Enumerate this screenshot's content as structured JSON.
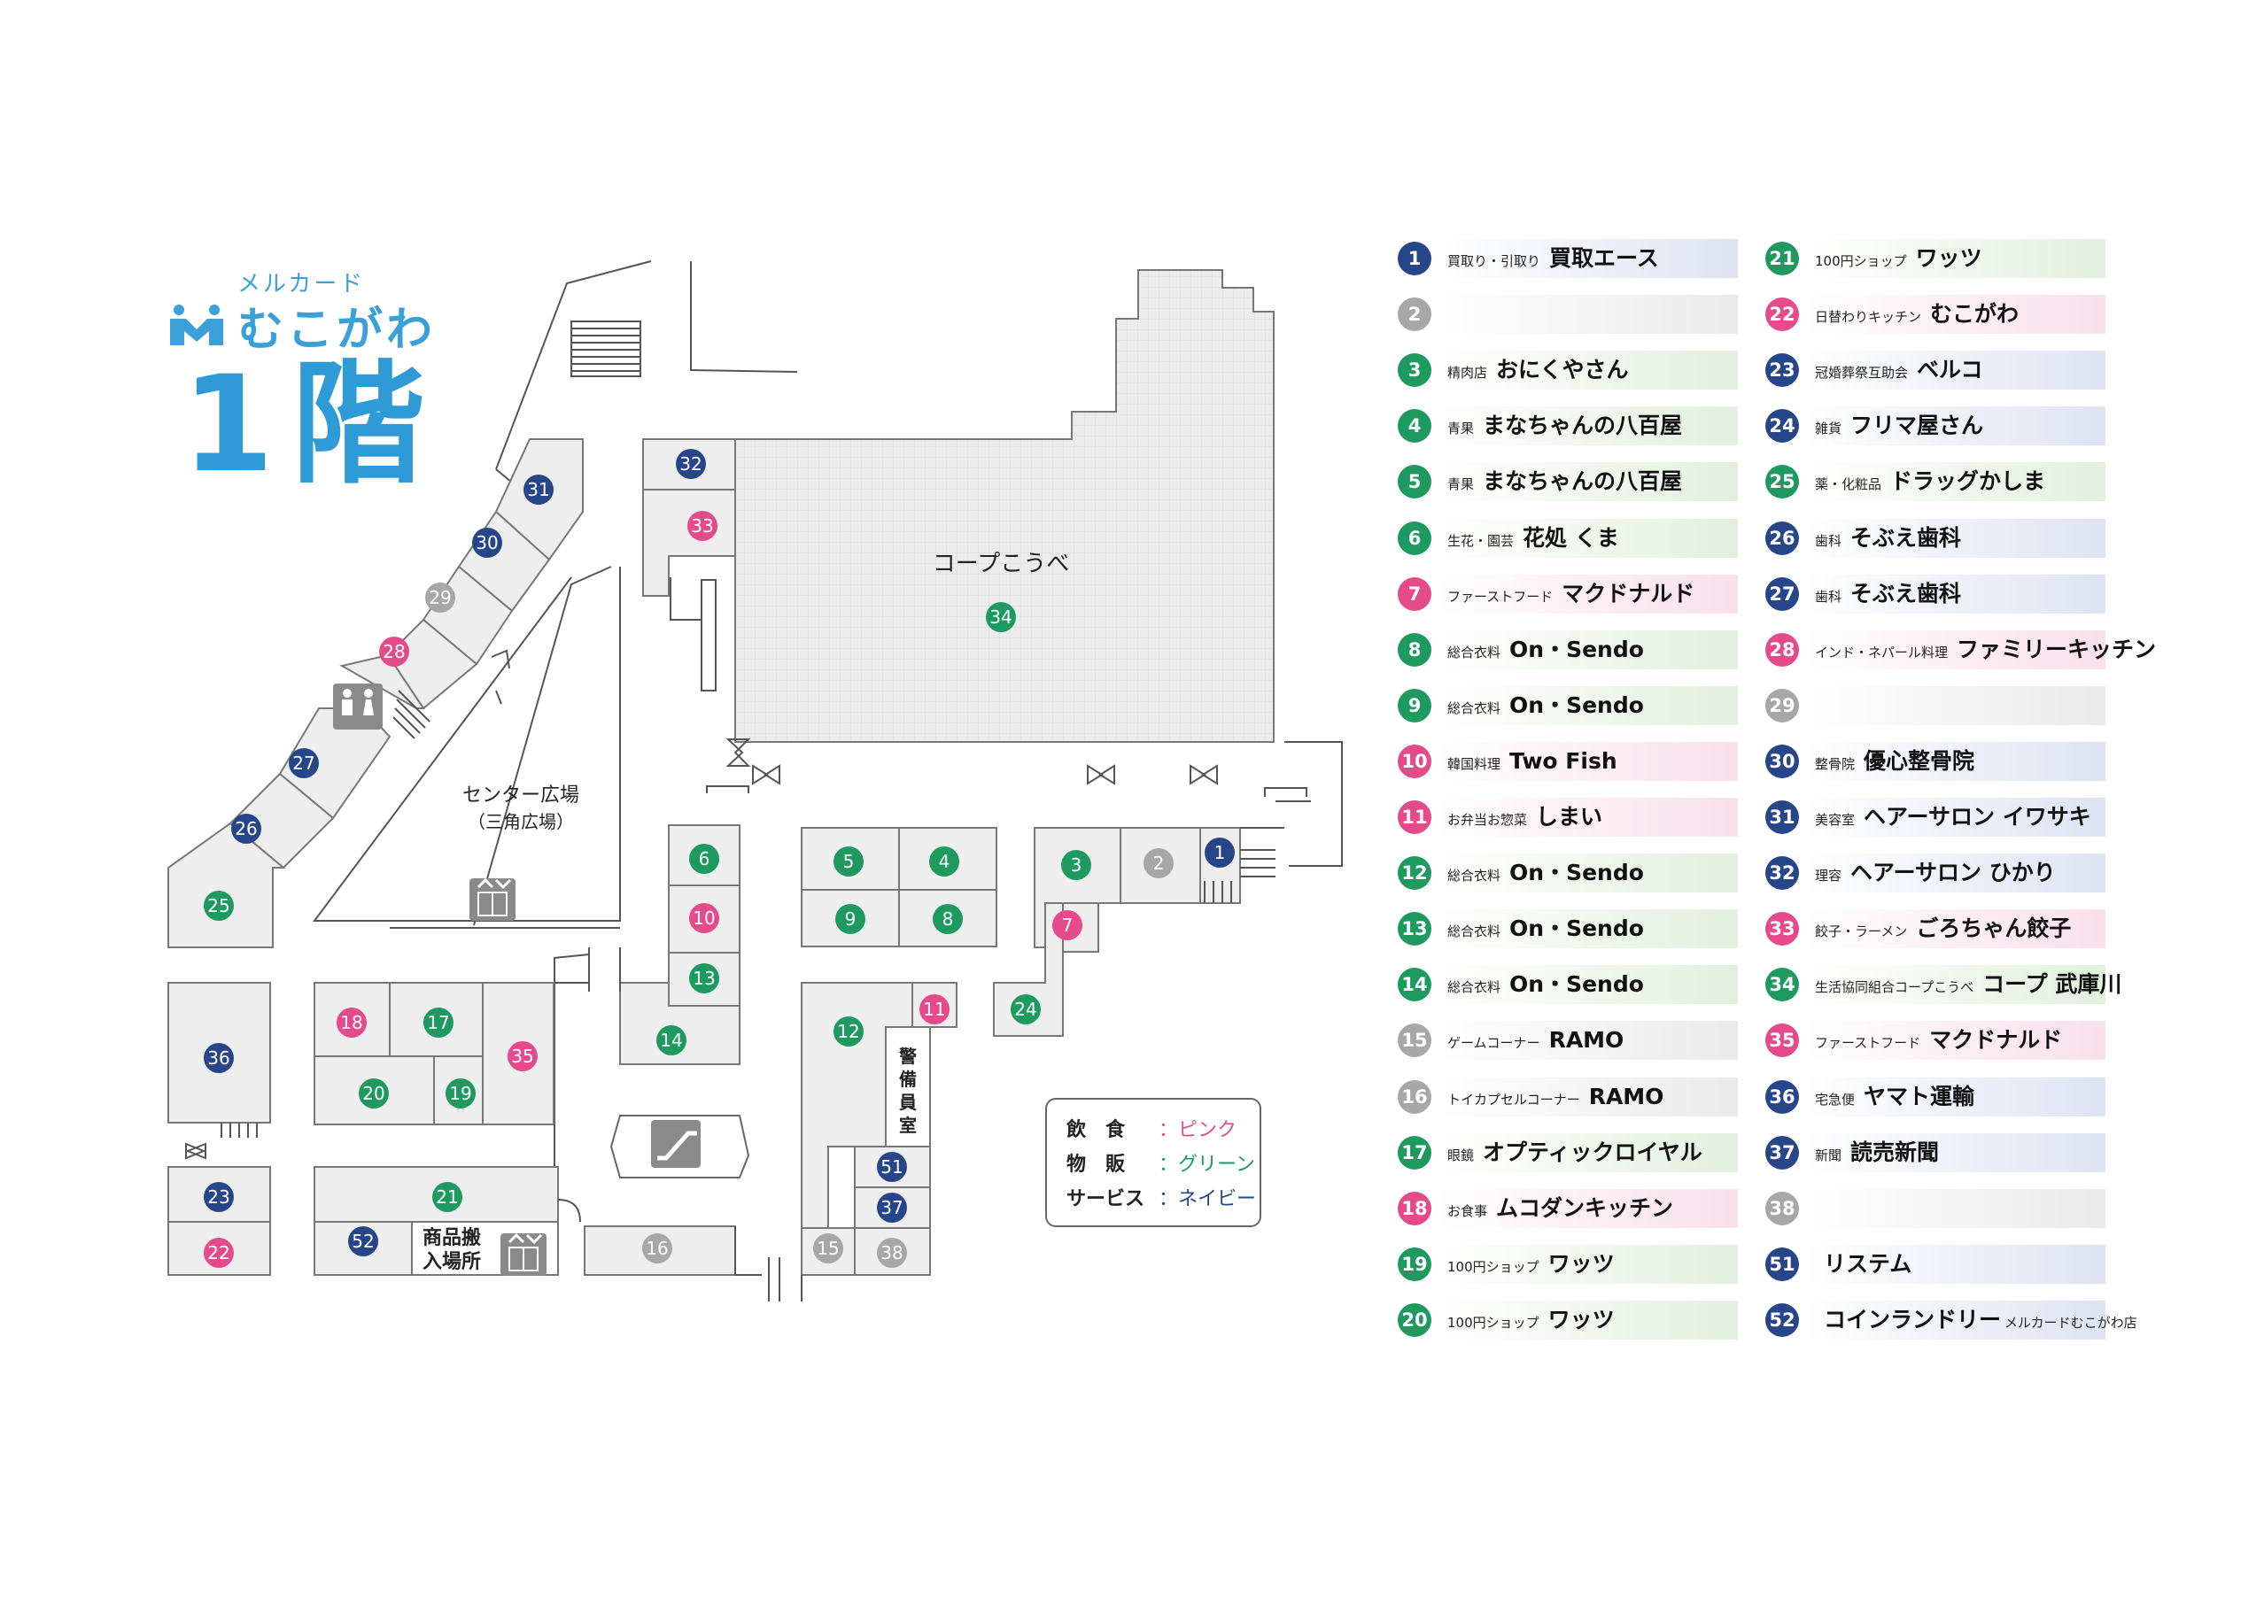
{
  "header": {
    "brand_small": "メルカード",
    "brand_name": "むこがわ",
    "floor_title": "1階"
  },
  "colors": {
    "pink": "#e54a8a",
    "green": "#1e9a60",
    "navy": "#27468a",
    "gray": "#a7a7a7",
    "brand_blue": "#3aa0d8"
  },
  "map_labels": {
    "coop": "コープこうべ",
    "center_plaza": "センター広場",
    "center_plaza_sub": "（三角広場）",
    "security_room": "警備員室",
    "loading_line1": "商品搬",
    "loading_line2": "入場所"
  },
  "map_icons": {
    "toilet": "restroom-icon",
    "elevator": "elevator-icon",
    "escalator": "escalator-icon"
  },
  "map_markers": [
    {
      "num": "1",
      "type": "navy"
    },
    {
      "num": "2",
      "type": "gray"
    },
    {
      "num": "3",
      "type": "green"
    },
    {
      "num": "4",
      "type": "green"
    },
    {
      "num": "5",
      "type": "green"
    },
    {
      "num": "6",
      "type": "green"
    },
    {
      "num": "7",
      "type": "pink"
    },
    {
      "num": "8",
      "type": "green"
    },
    {
      "num": "9",
      "type": "green"
    },
    {
      "num": "10",
      "type": "pink"
    },
    {
      "num": "11",
      "type": "pink"
    },
    {
      "num": "12",
      "type": "green"
    },
    {
      "num": "13",
      "type": "green"
    },
    {
      "num": "14",
      "type": "green"
    },
    {
      "num": "15",
      "type": "gray"
    },
    {
      "num": "16",
      "type": "gray"
    },
    {
      "num": "17",
      "type": "green"
    },
    {
      "num": "18",
      "type": "pink"
    },
    {
      "num": "19",
      "type": "green"
    },
    {
      "num": "20",
      "type": "green"
    },
    {
      "num": "21",
      "type": "green"
    },
    {
      "num": "22",
      "type": "pink"
    },
    {
      "num": "23",
      "type": "navy"
    },
    {
      "num": "24",
      "type": "green"
    },
    {
      "num": "25",
      "type": "green"
    },
    {
      "num": "26",
      "type": "navy"
    },
    {
      "num": "27",
      "type": "navy"
    },
    {
      "num": "28",
      "type": "pink"
    },
    {
      "num": "29",
      "type": "gray"
    },
    {
      "num": "30",
      "type": "navy"
    },
    {
      "num": "31",
      "type": "navy"
    },
    {
      "num": "32",
      "type": "navy"
    },
    {
      "num": "33",
      "type": "pink"
    },
    {
      "num": "34",
      "type": "green"
    },
    {
      "num": "35",
      "type": "pink"
    },
    {
      "num": "36",
      "type": "navy"
    },
    {
      "num": "37",
      "type": "navy"
    },
    {
      "num": "38",
      "type": "gray"
    },
    {
      "num": "51",
      "type": "navy"
    },
    {
      "num": "52",
      "type": "navy"
    }
  ],
  "legend": [
    {
      "key": "飲　食",
      "value": "：ピンク",
      "type": "pink"
    },
    {
      "key": "物　販",
      "value": "：グリーン",
      "type": "green"
    },
    {
      "key": "サービス",
      "value": "：ネイビー",
      "type": "navy"
    }
  ],
  "directory": [
    {
      "num": "1",
      "type": "navy",
      "cat": "買取り・引取り",
      "name": "買取エース",
      "suffix": ""
    },
    {
      "num": "2",
      "type": "gray",
      "cat": "",
      "name": "",
      "suffix": ""
    },
    {
      "num": "3",
      "type": "green",
      "cat": "精肉店",
      "name": "おにくやさん",
      "suffix": ""
    },
    {
      "num": "4",
      "type": "green",
      "cat": "青果",
      "name": "まなちゃんの八百屋",
      "suffix": ""
    },
    {
      "num": "5",
      "type": "green",
      "cat": "青果",
      "name": "まなちゃんの八百屋",
      "suffix": ""
    },
    {
      "num": "6",
      "type": "green",
      "cat": "生花・園芸",
      "name": "花処 くま",
      "suffix": ""
    },
    {
      "num": "7",
      "type": "pink",
      "cat": "ファーストフード",
      "name": "マクドナルド",
      "suffix": ""
    },
    {
      "num": "8",
      "type": "green",
      "cat": "総合衣料",
      "name": "On・Sendo",
      "suffix": ""
    },
    {
      "num": "9",
      "type": "green",
      "cat": "総合衣料",
      "name": "On・Sendo",
      "suffix": ""
    },
    {
      "num": "10",
      "type": "pink",
      "cat": "韓国料理",
      "name": "Two Fish",
      "suffix": ""
    },
    {
      "num": "11",
      "type": "pink",
      "cat": "お弁当お惣菜",
      "name": "しまい",
      "suffix": ""
    },
    {
      "num": "12",
      "type": "green",
      "cat": "総合衣料",
      "name": "On・Sendo",
      "suffix": ""
    },
    {
      "num": "13",
      "type": "green",
      "cat": "総合衣料",
      "name": "On・Sendo",
      "suffix": ""
    },
    {
      "num": "14",
      "type": "green",
      "cat": "総合衣料",
      "name": "On・Sendo",
      "suffix": ""
    },
    {
      "num": "15",
      "type": "gray",
      "cat": "ゲームコーナー",
      "name": "RAMO",
      "suffix": ""
    },
    {
      "num": "16",
      "type": "gray",
      "cat": "トイカプセルコーナー",
      "name": "RAMO",
      "suffix": ""
    },
    {
      "num": "17",
      "type": "green",
      "cat": "眼鏡",
      "name": "オプティックロイヤル",
      "suffix": ""
    },
    {
      "num": "18",
      "type": "pink",
      "cat": "お食事",
      "name": "ムコダンキッチン",
      "suffix": ""
    },
    {
      "num": "19",
      "type": "green",
      "cat": "100円ショップ",
      "name": "ワッツ",
      "suffix": ""
    },
    {
      "num": "20",
      "type": "green",
      "cat": "100円ショップ",
      "name": "ワッツ",
      "suffix": ""
    },
    {
      "num": "21",
      "type": "green",
      "cat": "100円ショップ",
      "name": "ワッツ",
      "suffix": ""
    },
    {
      "num": "22",
      "type": "pink",
      "cat": "日替わりキッチン",
      "name": "むこがわ",
      "suffix": ""
    },
    {
      "num": "23",
      "type": "navy",
      "cat": "冠婚葬祭互助会",
      "name": "ベルコ",
      "suffix": ""
    },
    {
      "num": "24",
      "type": "navy",
      "cat": "雑貨",
      "name": "フリマ屋さん",
      "suffix": ""
    },
    {
      "num": "25",
      "type": "green",
      "cat": "薬・化粧品",
      "name": "ドラッグかしま",
      "suffix": ""
    },
    {
      "num": "26",
      "type": "navy",
      "cat": "歯科",
      "name": "そぶえ歯科",
      "suffix": ""
    },
    {
      "num": "27",
      "type": "navy",
      "cat": "歯科",
      "name": "そぶえ歯科",
      "suffix": ""
    },
    {
      "num": "28",
      "type": "pink",
      "cat": "インド・ネパール料理",
      "name": "ファミリーキッチン",
      "suffix": ""
    },
    {
      "num": "29",
      "type": "gray",
      "cat": "",
      "name": "",
      "suffix": ""
    },
    {
      "num": "30",
      "type": "navy",
      "cat": "整骨院",
      "name": "優心整骨院",
      "suffix": ""
    },
    {
      "num": "31",
      "type": "navy",
      "cat": "美容室",
      "name": "ヘアーサロン イワサキ",
      "suffix": ""
    },
    {
      "num": "32",
      "type": "navy",
      "cat": "理容",
      "name": "ヘアーサロン ひかり",
      "suffix": ""
    },
    {
      "num": "33",
      "type": "pink",
      "cat": "餃子・ラーメン",
      "name": "ごろちゃん餃子",
      "suffix": ""
    },
    {
      "num": "34",
      "type": "green",
      "cat": "生活協同組合コープこうべ",
      "name": "コープ 武庫川",
      "suffix": ""
    },
    {
      "num": "35",
      "type": "pink",
      "cat": "ファーストフード",
      "name": "マクドナルド",
      "suffix": ""
    },
    {
      "num": "36",
      "type": "navy",
      "cat": "宅急便",
      "name": "ヤマト運輸",
      "suffix": ""
    },
    {
      "num": "37",
      "type": "navy",
      "cat": "新聞",
      "name": "読売新聞",
      "suffix": ""
    },
    {
      "num": "38",
      "type": "gray",
      "cat": "",
      "name": "",
      "suffix": ""
    },
    {
      "num": "51",
      "type": "navy",
      "cat": "",
      "name": "リステム",
      "suffix": ""
    },
    {
      "num": "52",
      "type": "navy",
      "cat": "",
      "name": "コインランドリー",
      "suffix": "メルカードむこがわ店"
    }
  ]
}
